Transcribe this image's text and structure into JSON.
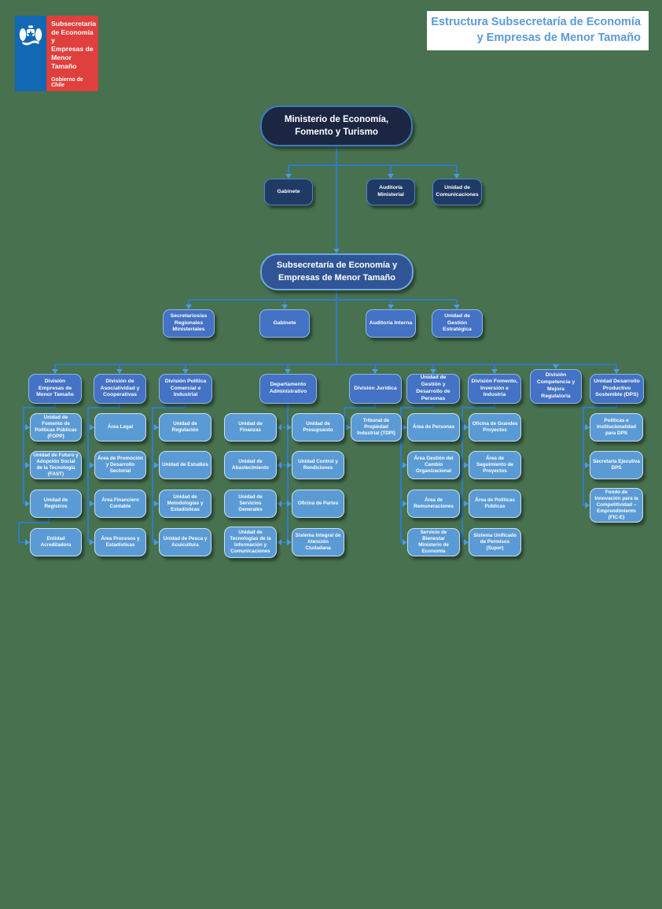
{
  "logo": {
    "lines": [
      "Subsecretaría",
      "de Economía y",
      "Empresas de",
      "Menor Tamaño"
    ],
    "footer": "Gobierno de Chile"
  },
  "header": {
    "title": "Estructura Subsecretaría de Economía y Empresas de Menor Tamaño"
  },
  "org": {
    "ministry": {
      "label": "Ministerio de Economía, Fomento y Turismo"
    },
    "ministry_units": [
      {
        "label": "Gabinete"
      },
      {
        "label": "Auditoría Ministerial"
      },
      {
        "label": "Unidad de Comunicaciones"
      }
    ],
    "subsecretaria": {
      "label": "Subsecretaría de Economía y Empresas de Menor Tamaño"
    },
    "subsec_units": [
      {
        "label": "Secretarios/as Regionales Ministeriales"
      },
      {
        "label": "Gabinete"
      },
      {
        "label": "Auditoría Interna"
      },
      {
        "label": "Unidad de Gestión Estratégica"
      }
    ],
    "divisions": [
      {
        "label": "División Empresas de Menor Tamaño",
        "children": [
          "Unidad de Fomento de Políticas Públicas (FOPP)",
          "Unidad de Futuro y Adopción Social de la Tecnología (FAST)",
          "Unidad de Registros",
          "Entidad Acreditadora"
        ]
      },
      {
        "label": "División de Asociatividad y Cooperativas",
        "children": [
          "Área Legal",
          "Área de Promoción y Desarrollo Sectorial",
          "Área Financiero Contable",
          "Área Procesos y Estadísticas"
        ]
      },
      {
        "label": "División Política Comercial e Industrial",
        "children": [
          "Unidad de Regulación",
          "Unidad de Estudios",
          "Unidad de Metodologías y Estadísticas",
          "Unidad de Pesca y Acuicultura"
        ]
      },
      {
        "label": "Departamento Administrativo",
        "children_left": [
          "Unidad de Finanzas",
          "Unidad de Abastecimiento",
          "Unidad de Servicios Generales",
          "Unidad de Tecnologías de la Información y Comunicaciones"
        ],
        "children_right": [
          "Unidad de Presupuesto",
          "Unidad Control y Rendiciones",
          "Oficina de Partes",
          "Sistema Integral de Atención Ciudadana"
        ]
      },
      {
        "label": "División Jurídica",
        "children": [
          "Tribunal de Propiedad Industrial (TDPI)"
        ]
      },
      {
        "label": "Unidad de Gestión y Desarrollo de Personas",
        "children": [
          "Área de Personas",
          "Área Gestión del Cambio Organizacional",
          "Área de Remuneraciones",
          "Servicio de Bienestar Ministerio de Economía"
        ]
      },
      {
        "label": "División Fomento, Inversión e Industria",
        "children": [
          "Oficina de Grandes Proyectos",
          "Área de Seguimiento de Proyectos",
          "Área de Políticas Públicas",
          "Sistema Unificado de Permisos (Super)"
        ]
      },
      {
        "label": "División Competencia y Mejora Regulatoria",
        "children": []
      },
      {
        "label": "Unidad Desarrollo Productivo Sostenible (DPS)",
        "children": [
          "Políticas e Institucionalidad para DPS",
          "Secretaría Ejecutiva DPS",
          "Fondo de Innovación para la Competitividad – Emprendimiento (FIC-E)"
        ]
      }
    ]
  },
  "palette": {
    "background": "#47714F",
    "ministry_fill": "#1B2742",
    "ministry_unit_fill": "#203A66",
    "subsec_fill": "#2F5597",
    "mid_fill": "#4472C4",
    "child_fill": "#5B9BD5",
    "line": "#2E7DC6",
    "arrow": "#4D9BDB",
    "title_text": "#5B9BD5",
    "logo_blue": "#1268B3",
    "logo_red": "#DF3F3D"
  }
}
